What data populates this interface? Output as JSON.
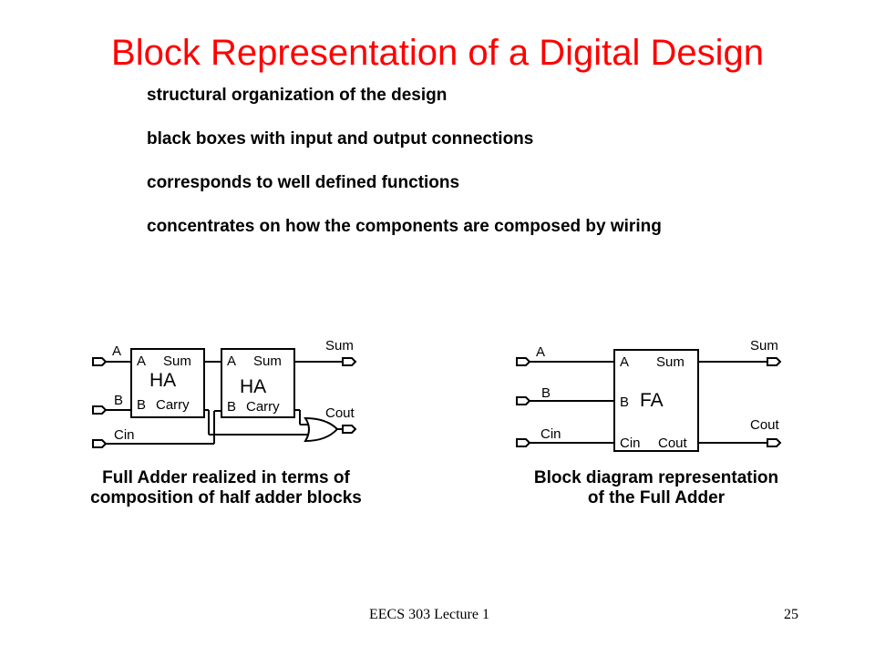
{
  "title": "Block Representation of a Digital Design",
  "bullets": [
    "structural organization of the design",
    "black boxes with input and output connections",
    "corresponds to well defined functions",
    "concentrates on how the components are composed by wiring"
  ],
  "left_diagram": {
    "inputs": [
      "A",
      "B",
      "Cin"
    ],
    "ha1": {
      "name": "HA",
      "in_a": "A",
      "in_b": "B",
      "out_sum": "Sum",
      "out_carry": "Carry"
    },
    "ha2": {
      "name": "HA",
      "in_a": "A",
      "in_b": "B",
      "out_sum": "Sum",
      "out_carry": "Carry"
    },
    "outputs": [
      "Sum",
      "Cout"
    ],
    "caption_line1": "Full Adder realized in terms of",
    "caption_line2": "composition of half adder blocks"
  },
  "right_diagram": {
    "inputs": [
      "A",
      "B",
      "Cin"
    ],
    "block": {
      "name": "FA",
      "in_a": "A",
      "in_b": "B",
      "in_cin": "Cin",
      "out_sum": "Sum",
      "out_cout": "Cout"
    },
    "outputs": [
      "Sum",
      "Cout"
    ],
    "caption_line1": "Block diagram representation",
    "caption_line2": "of the Full Adder"
  },
  "footer": {
    "left": "EECS 303 Lecture 1",
    "page": "25"
  }
}
